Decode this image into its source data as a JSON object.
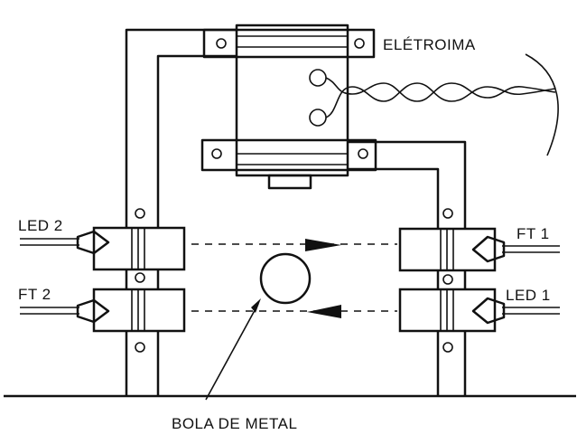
{
  "labels": {
    "electromagnet": "ELÉTROIMA",
    "led2": "LED 2",
    "ft2": "FT 2",
    "ft1": "FT 1",
    "led1": "LED 1",
    "ball": "BOLA DE METAL"
  }
}
